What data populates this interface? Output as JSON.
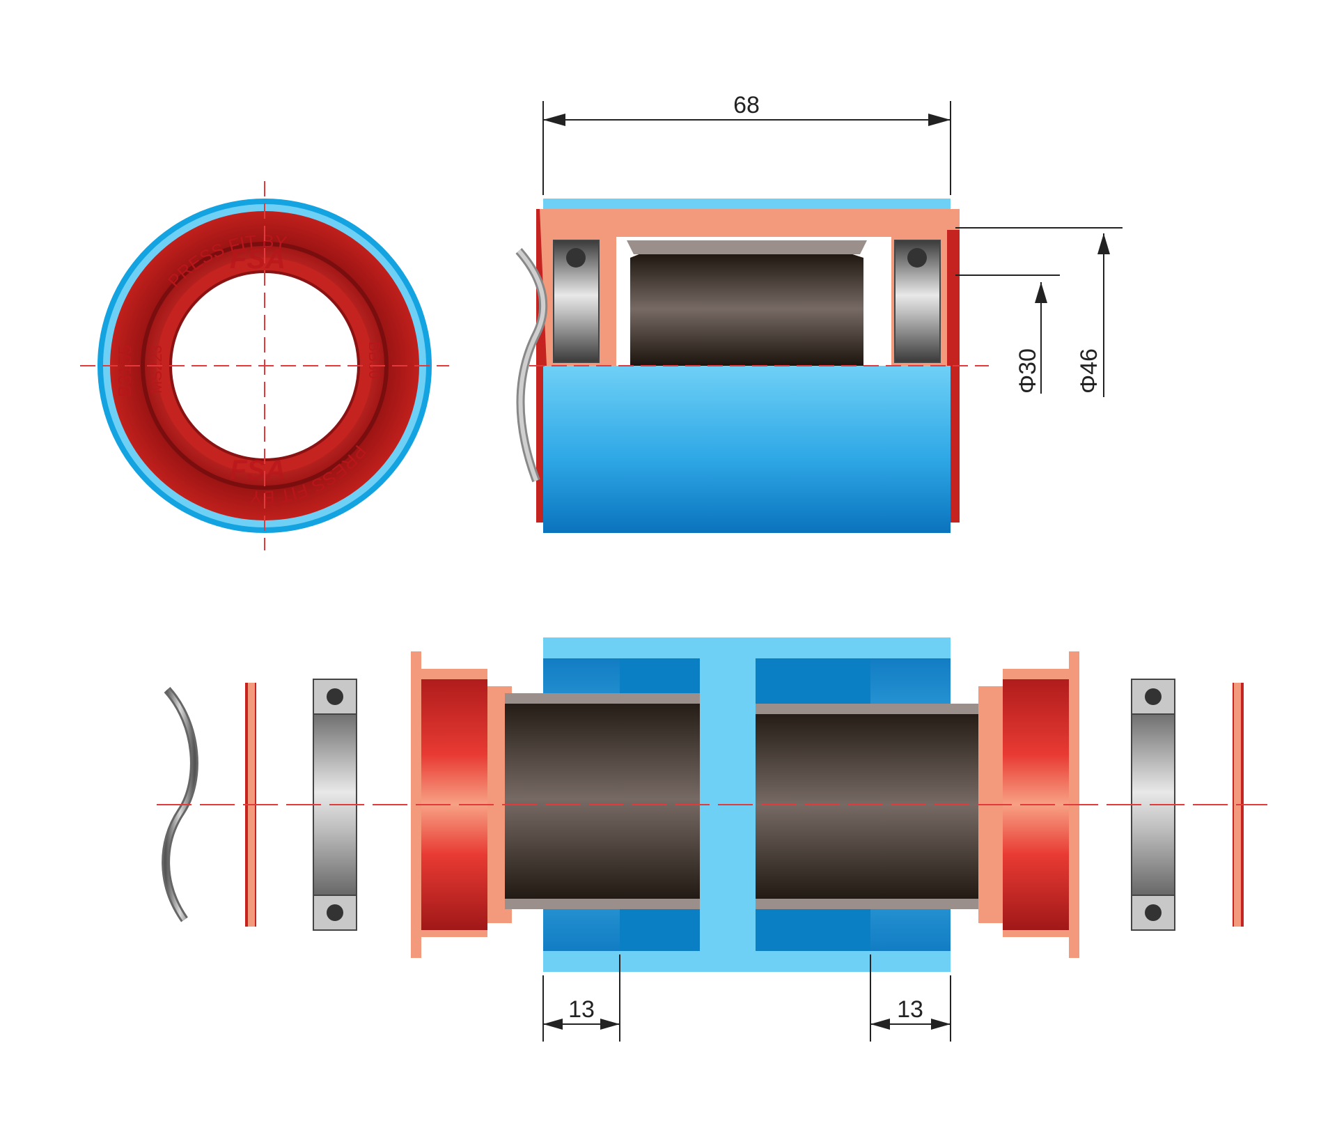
{
  "dimensions": {
    "shell_width": "68",
    "diameter_inner": "Φ30",
    "diameter_outer": "Φ46",
    "left_insert": "13",
    "right_insert": "13"
  },
  "ring_text": {
    "press_fit_top": "PRESS FIT BY",
    "press_fit_bottom": "PRESS FIT BY",
    "brand_top": "FSA",
    "brand_bottom": "FSA",
    "code_left": "B3155",
    "code_mid": "MS223",
    "code_right": "BB30"
  },
  "colors": {
    "shell_blue_light": "#6fd0f6",
    "shell_blue_dark": "#0a7fc4",
    "cup_red": "#d42a2a",
    "cup_salmon": "#f49a7c",
    "sleeve_dark": "#2a221c",
    "sleeve_mid": "#6e625c",
    "bearing_grey": "#8c8c8c",
    "centerline_red": "#e23a3a",
    "dimension_line": "#222222"
  }
}
